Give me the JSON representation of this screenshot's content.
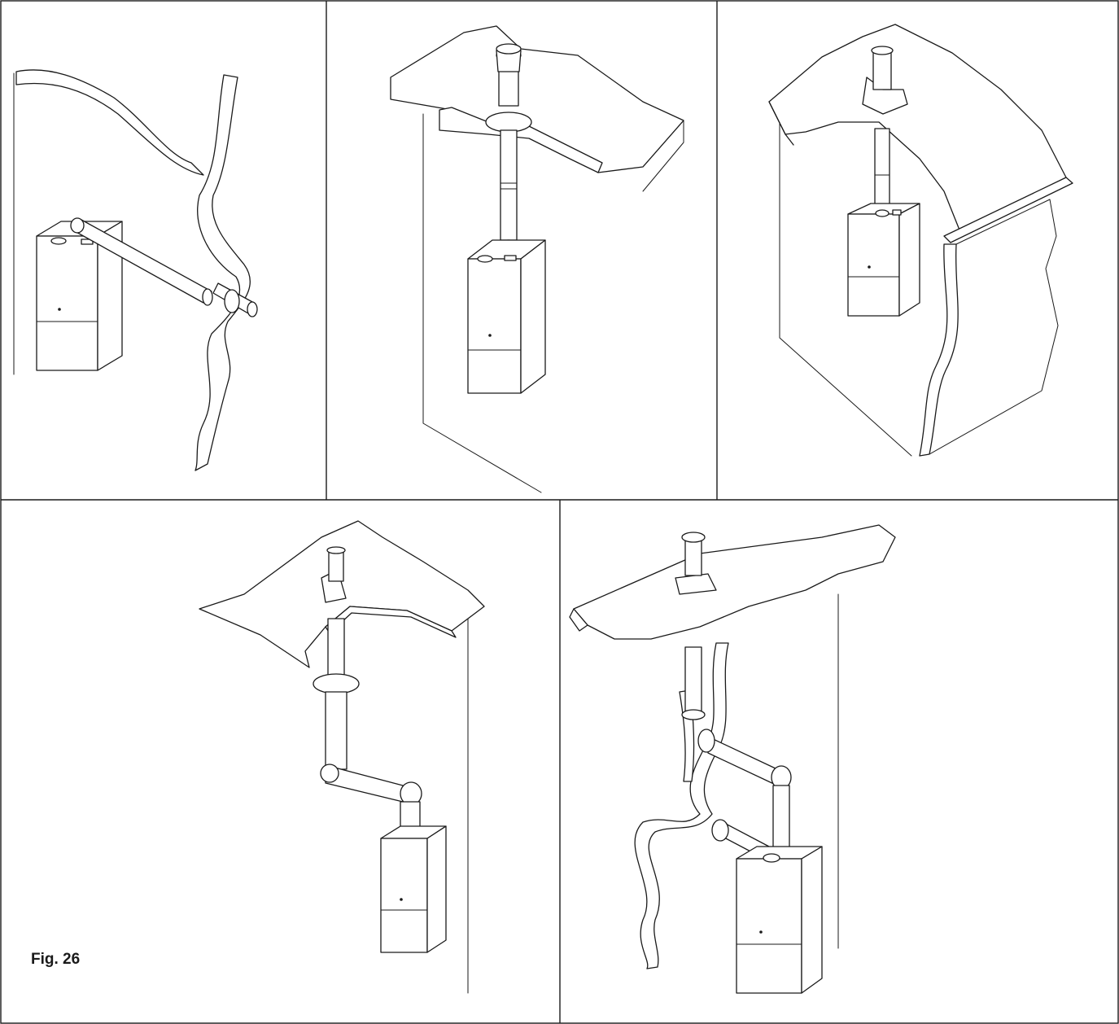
{
  "figure": {
    "label": "Fig. 26",
    "panels": [
      {
        "id": "horizontal-wall-flue"
      },
      {
        "id": "vertical-flat-roof-flue"
      },
      {
        "id": "vertical-pitched-roof-flue"
      },
      {
        "id": "vertical-offset-pitched-roof-flue"
      },
      {
        "id": "twin-pipe-roof-flue"
      }
    ]
  },
  "colors": {
    "ink": "#1a1a1a",
    "paper": "#ffffff"
  }
}
